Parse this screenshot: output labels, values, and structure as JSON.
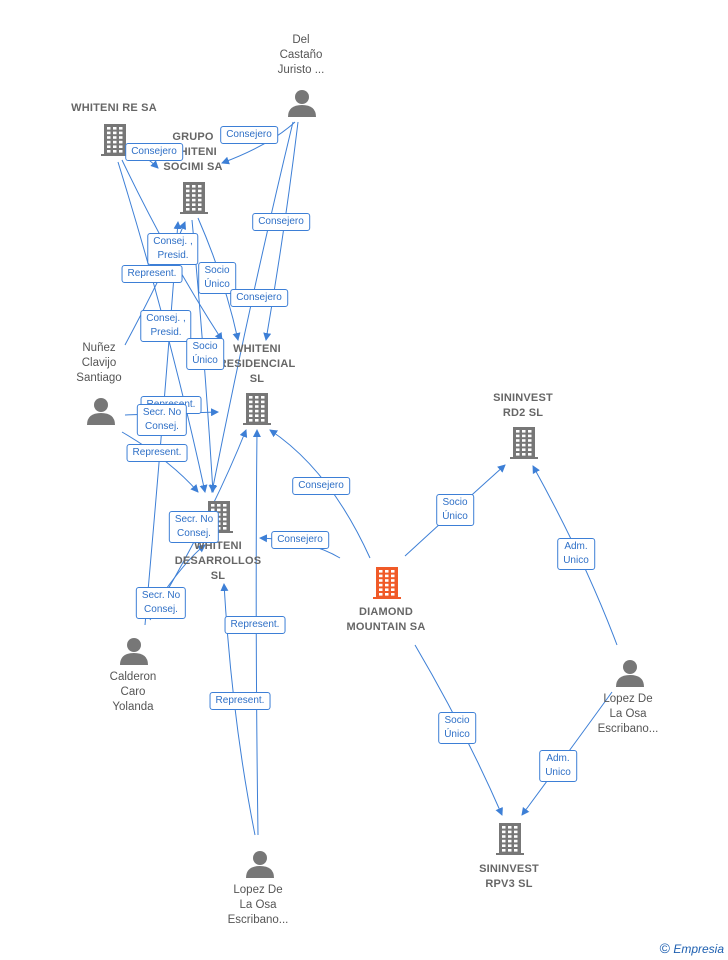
{
  "nodes": {
    "del_castano": {
      "label": "Del\nCastaño\nJuristo ...",
      "type": "person"
    },
    "whiteni_re": {
      "label": "WHITENI RE SA",
      "type": "company"
    },
    "grupo_whiteni": {
      "label": "GRUPO\nWHITENI\nSOCIMI SA",
      "type": "company"
    },
    "nunez": {
      "label": "Nuñez\nClavijo\nSantiago",
      "type": "person"
    },
    "whiteni_residencial": {
      "label": "WHITENI\nRESIDENCIAL\nSL",
      "type": "company"
    },
    "sininvest_rd2": {
      "label": "SININVEST\nRD2  SL",
      "type": "company"
    },
    "whiteni_desarrollos": {
      "label": "WHITENI\nDESARROLLOS\nSL",
      "type": "company"
    },
    "diamond_mountain": {
      "label": "DIAMOND\nMOUNTAIN SA",
      "type": "main"
    },
    "calderon": {
      "label": "Calderon\nCaro\nYolanda",
      "type": "person"
    },
    "lopez_right": {
      "label": "Lopez De\nLa Osa\nEscribano...",
      "type": "person"
    },
    "sininvest_rpv3": {
      "label": "SININVEST\nRPV3  SL",
      "type": "company"
    },
    "lopez_bottom": {
      "label": "Lopez De\nLa Osa\nEscribano...",
      "type": "person"
    }
  },
  "edge_labels": {
    "e1": "Consejero",
    "e2": "Consejero",
    "e3": "Consejero",
    "e4": "Consej. ,\nPresid.",
    "e5": "Represent.",
    "e6": "Socio\nÚnico",
    "e7": "Consejero",
    "e8": "Consej. ,\nPresid.",
    "e9": "Socio\nÚnico",
    "e10": "Represent.",
    "e11": "Secr.  No\nConsej.",
    "e12": "Represent.",
    "e13": "Consejero",
    "e14": "Secr.  No\nConsej.",
    "e15": "Consejero",
    "e16": "Secr.  No\nConsej.",
    "e17": "Represent.",
    "e18": "Represent.",
    "e19": "Socio\nÚnico",
    "e20": "Adm.\nUnico",
    "e21": "Socio\nÚnico",
    "e22": "Adm.\nUnico"
  },
  "colors": {
    "edge": "#3d7fd6",
    "node_gray": "#777777",
    "main_node": "#f05a28"
  },
  "footer": {
    "copyright": "©",
    "brand": "Empresia"
  }
}
